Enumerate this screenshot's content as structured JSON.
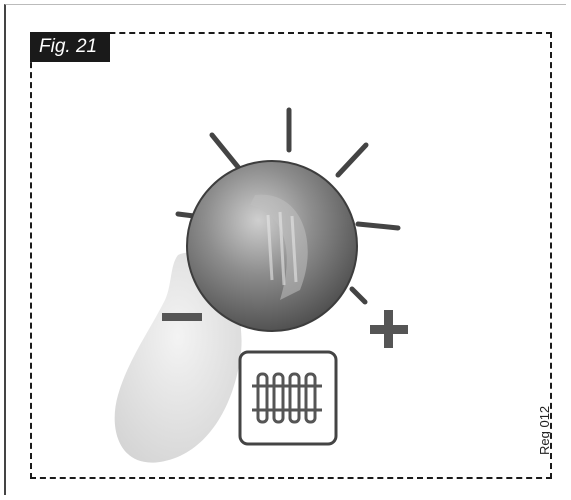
{
  "figure": {
    "label": "Fig. 21",
    "reference_code": "Reg 012"
  },
  "illustration": {
    "subject": "temperature-regulation-knob",
    "icons": [
      "knob-icon",
      "minus-icon",
      "plus-icon",
      "radiator-icon",
      "hand-icon"
    ],
    "colors": {
      "knob_dark": "#5a5a5a",
      "knob_light": "#cfcfcf",
      "sign": "#555555",
      "ray": "#444444",
      "hand": "#d9d9d9"
    }
  }
}
